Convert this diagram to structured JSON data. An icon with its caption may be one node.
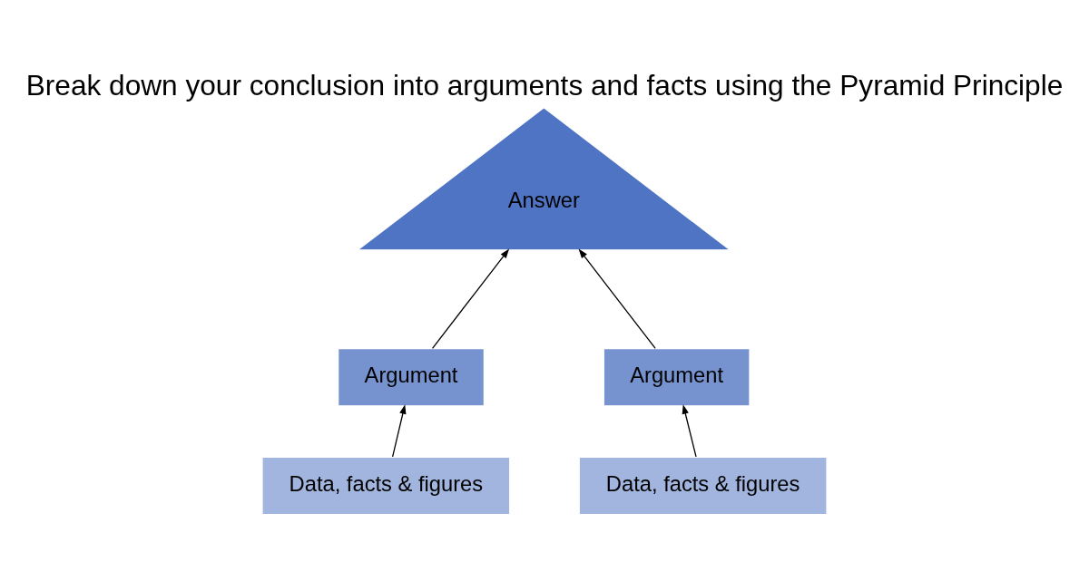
{
  "diagram": {
    "title": "Break down your conclusion into arguments and facts using the Pyramid Principle",
    "nodes": [
      {
        "text": [
          "Answer"
        ]
      },
      {
        "text": [
          "Argument"
        ]
      },
      {
        "text": [
          "Argument"
        ]
      },
      {
        "text": [
          "Data, facts & figures"
        ]
      },
      {
        "text": [
          "Data, facts & figures"
        ]
      }
    ],
    "edges": [
      {
        "from": 3,
        "to": 1,
        "arrow": "to"
      },
      {
        "from": 4,
        "to": 2,
        "arrow": "to"
      },
      {
        "from": 1,
        "to": 0,
        "arrow": "to"
      },
      {
        "from": 2,
        "to": 0,
        "arrow": "to"
      }
    ]
  }
}
